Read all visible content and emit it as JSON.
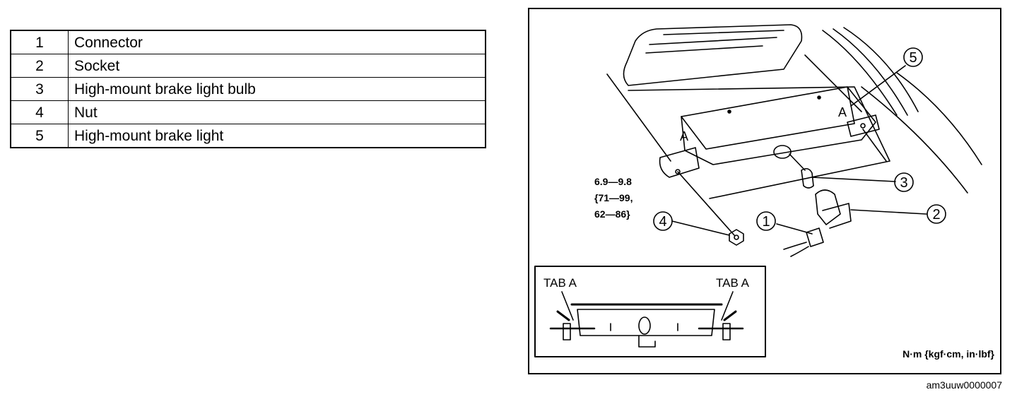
{
  "parts": [
    {
      "number": "1",
      "name": "Connector"
    },
    {
      "number": "2",
      "name": "Socket"
    },
    {
      "number": "3",
      "name": "High-mount brake light bulb"
    },
    {
      "number": "4",
      "name": "Nut"
    },
    {
      "number": "5",
      "name": "High-mount brake light"
    }
  ],
  "figure": {
    "callouts": [
      "1",
      "2",
      "3",
      "4",
      "5"
    ],
    "tab_letter": "A",
    "torque_line1": "6.9—9.8",
    "torque_line2": "{71—99,",
    "torque_line3": "62—86}",
    "inset_tab_left": "TAB A",
    "inset_tab_right": "TAB A",
    "units": "N·m {kgf·cm, in·lbf}"
  },
  "figure_id": "am3uuw0000007"
}
